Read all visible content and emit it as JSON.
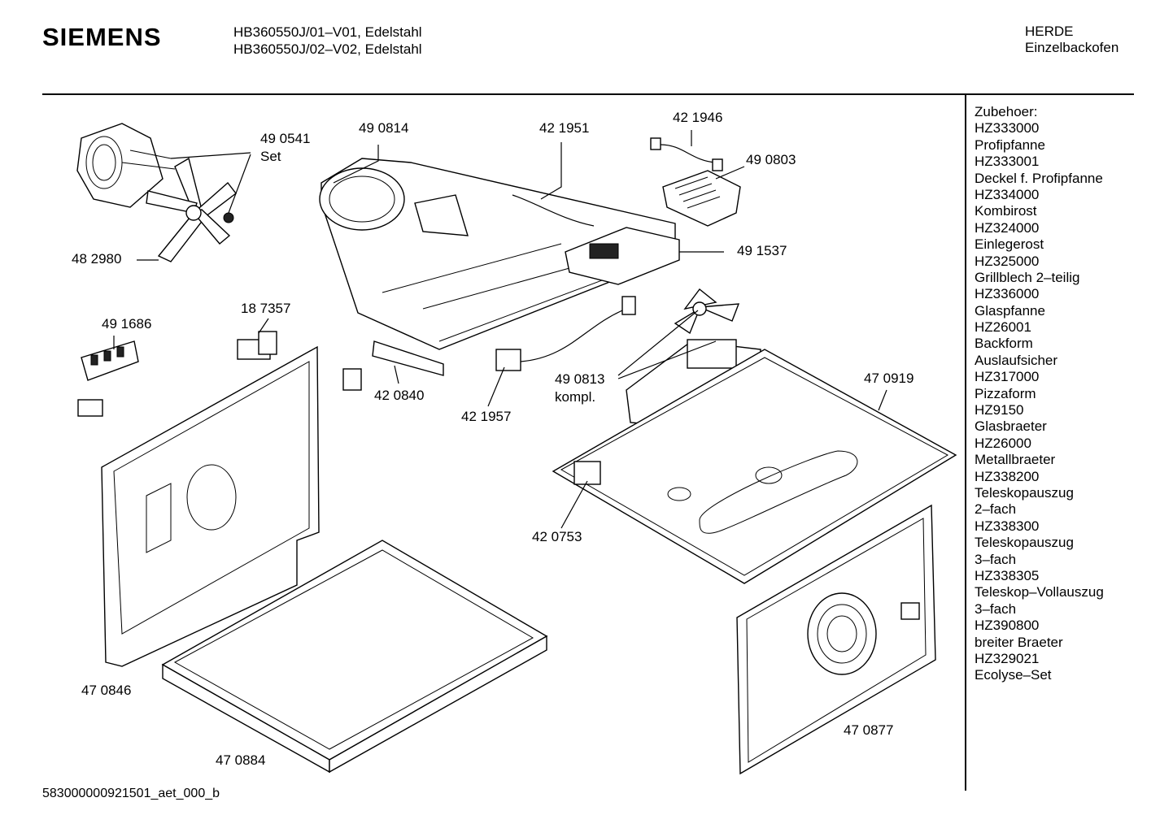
{
  "header": {
    "brand": "SIEMENS",
    "model_line_1": "HB360550J/01–V01, Edelstahl",
    "model_line_2": "HB360550J/02–V02, Edelstahl",
    "category": "HERDE",
    "subcategory": "Einzelbackofen"
  },
  "accessories": {
    "title": "Zubehoer:",
    "items": [
      {
        "code": "HZ333000",
        "name": "Profipfanne"
      },
      {
        "code": "HZ333001",
        "name": "Deckel f. Profipfanne"
      },
      {
        "code": "HZ334000",
        "name": "Kombirost"
      },
      {
        "code": "HZ324000",
        "name": "Einlegerost"
      },
      {
        "code": "HZ325000",
        "name": "Grillblech 2–teilig"
      },
      {
        "code": "HZ336000",
        "name": "Glaspfanne"
      },
      {
        "code": "HZ26001",
        "name": "Backform"
      },
      {
        "code": "",
        "name": "Auslaufsicher"
      },
      {
        "code": "HZ317000",
        "name": "Pizzaform"
      },
      {
        "code": "HZ9150",
        "name": "Glasbraeter"
      },
      {
        "code": "HZ26000",
        "name": "Metallbraeter"
      },
      {
        "code": "HZ338200",
        "name": "Teleskopauszug"
      },
      {
        "code": "",
        "name": "2–fach"
      },
      {
        "code": "HZ338300",
        "name": "Teleskopauszug"
      },
      {
        "code": "",
        "name": "3–fach"
      },
      {
        "code": "HZ338305",
        "name": "Teleskop–Vollauszug"
      },
      {
        "code": "",
        "name": "3–fach"
      },
      {
        "code": "HZ390800",
        "name": "breiter Braeter"
      },
      {
        "code": "HZ329021",
        "name": "Ecolyse–Set"
      }
    ]
  },
  "parts": {
    "p490541": "49 0541",
    "p490541_note": "Set",
    "p490814": "49 0814",
    "p421951": "42 1951",
    "p421946": "42 1946",
    "p490803": "49 0803",
    "p482980": "48 2980",
    "p491537": "49 1537",
    "p187357": "18 7357",
    "p491686": "49 1686",
    "p490813": "49 0813",
    "p490813_note": "kompl.",
    "p420840": "42 0840",
    "p421957": "42 1957",
    "p470919": "47 0919",
    "p420753": "42 0753",
    "p470846": "47 0846",
    "p470884": "47 0884",
    "p470877": "47 0877"
  },
  "footer": {
    "doc_id_a": "58300000",
    "doc_id_b": "0921501_aet_000_b"
  }
}
